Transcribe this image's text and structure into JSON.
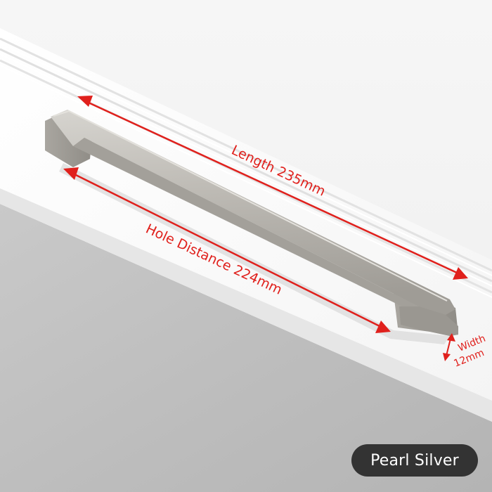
{
  "labels": {
    "length": "Length 235mm",
    "hole_distance": "Hole Distance 224mm",
    "width_word": "Width",
    "width_value": "12mm"
  },
  "badge": {
    "color_name": "Pearl Silver"
  },
  "colors": {
    "annotation": "#e0201c",
    "handle": "#b9b6b0",
    "badge_bg": "#333333"
  }
}
